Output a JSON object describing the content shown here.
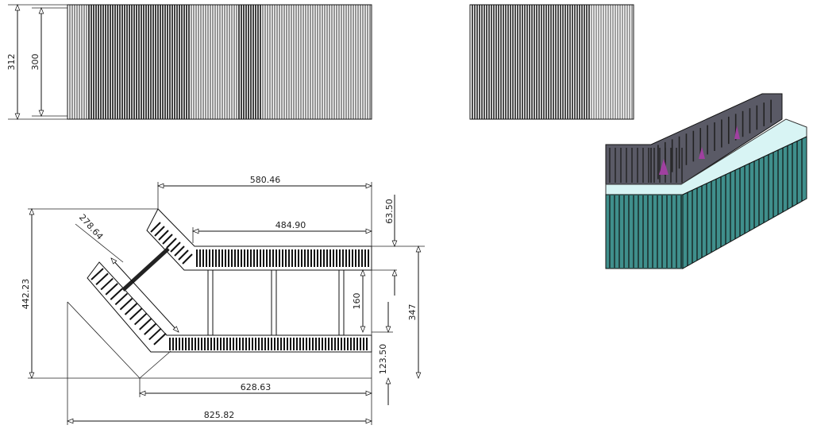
{
  "elevation_view": {
    "dimensions": {
      "overall_height": "312",
      "panel_height": "300"
    }
  },
  "plan_view": {
    "dimensions": {
      "upper_length": "580.46",
      "upper_inner_length": "484.90",
      "overall_depth": "442.23",
      "angled_wall_length": "278.64",
      "top_offset": "63.50",
      "core_width": "160",
      "overall_width": "347",
      "bottom_offset": "123.50",
      "lower_length": "628.63",
      "overall_length": "825.82"
    }
  },
  "iso_view": {
    "colors": {
      "block_face": "#3f8f8c",
      "top_band": "#d8f4f4",
      "form_panel": "#5a5a66",
      "accent": "#a040a0"
    }
  }
}
